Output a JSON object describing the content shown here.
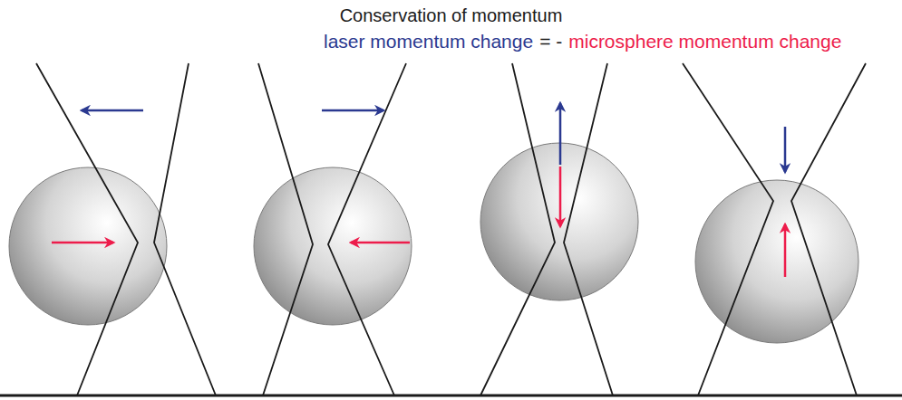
{
  "diagram": {
    "title": "Conservation of momentum",
    "labels": [
      "laser momentum change",
      "= -",
      "microsphere momentum change"
    ]
  }
}
